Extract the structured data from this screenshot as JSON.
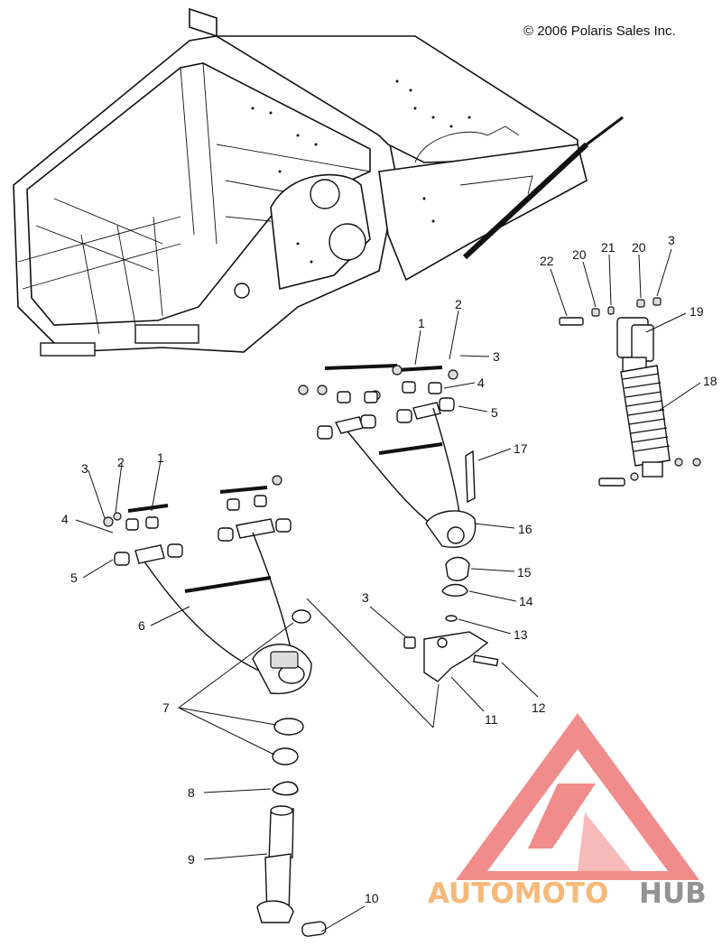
{
  "copyright": "© 2006 Polaris Sales Inc.",
  "watermark": {
    "part1": "AUTOMOTO",
    "part2": "HUB",
    "color_orange": "#f6b26b",
    "color_red": "#f08080",
    "color_grey": "#888888"
  },
  "callouts": [
    {
      "id": "c1a",
      "label": "1"
    },
    {
      "id": "c2a",
      "label": "2"
    },
    {
      "id": "c3a",
      "label": "3"
    },
    {
      "id": "c4a",
      "label": "4"
    },
    {
      "id": "c5a",
      "label": "5"
    },
    {
      "id": "c17",
      "label": "17"
    },
    {
      "id": "c16",
      "label": "16"
    },
    {
      "id": "c15",
      "label": "15"
    },
    {
      "id": "c14",
      "label": "14"
    },
    {
      "id": "c13",
      "label": "13"
    },
    {
      "id": "c12",
      "label": "12"
    },
    {
      "id": "c11",
      "label": "11"
    },
    {
      "id": "c3c",
      "label": "3"
    },
    {
      "id": "c22",
      "label": "22"
    },
    {
      "id": "c20a",
      "label": "20"
    },
    {
      "id": "c21",
      "label": "21"
    },
    {
      "id": "c20b",
      "label": "20"
    },
    {
      "id": "c3d",
      "label": "3"
    },
    {
      "id": "c19",
      "label": "19"
    },
    {
      "id": "c18",
      "label": "18"
    },
    {
      "id": "c3b",
      "label": "3"
    },
    {
      "id": "c2b",
      "label": "2"
    },
    {
      "id": "c1b",
      "label": "1"
    },
    {
      "id": "c4b",
      "label": "4"
    },
    {
      "id": "c5b",
      "label": "5"
    },
    {
      "id": "c6",
      "label": "6"
    },
    {
      "id": "c7",
      "label": "7"
    },
    {
      "id": "c8",
      "label": "8"
    },
    {
      "id": "c9",
      "label": "9"
    },
    {
      "id": "c10",
      "label": "10"
    }
  ]
}
